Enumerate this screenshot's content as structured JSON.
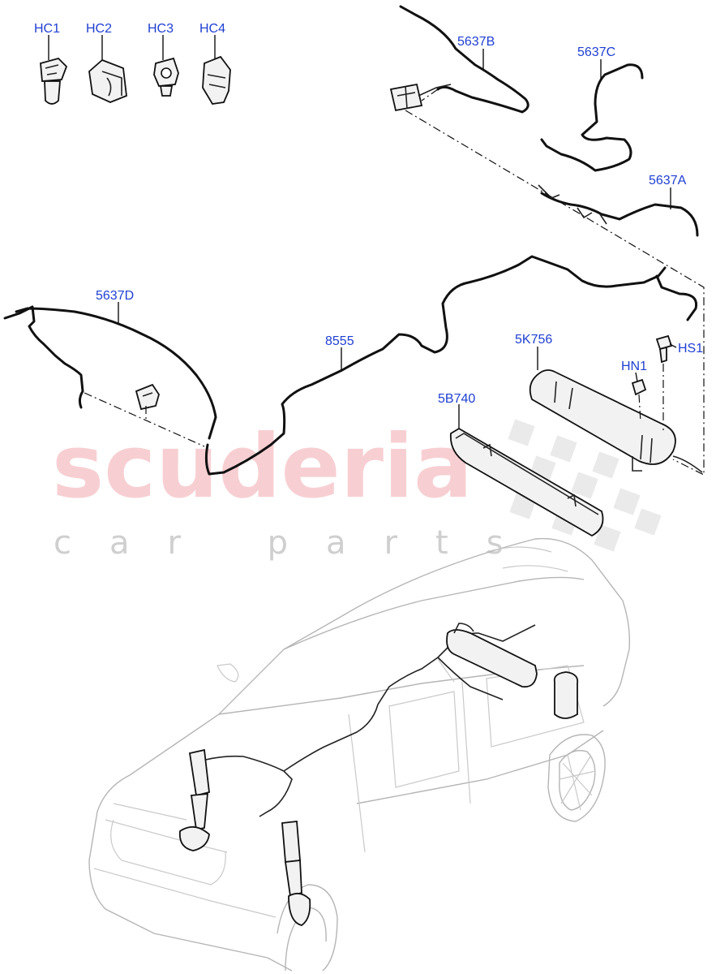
{
  "watermark": {
    "brand": "scuderia",
    "tagline": "car parts"
  },
  "callouts": {
    "hc1": "HC1",
    "hc2": "HC2",
    "hc3": "HC3",
    "hc4": "HC4",
    "p5637b": "5637B",
    "p5637c": "5637C",
    "p5637a": "5637A",
    "p5637d": "5637D",
    "p8555": "8555",
    "p5k756": "5K756",
    "hn1": "HN1",
    "hs1": "HS1",
    "p5b740": "5B740"
  },
  "colors": {
    "callout": "#1f3fd1",
    "watermark_brand": "#f5c0c4",
    "watermark_tagline": "#cfcfcf"
  }
}
